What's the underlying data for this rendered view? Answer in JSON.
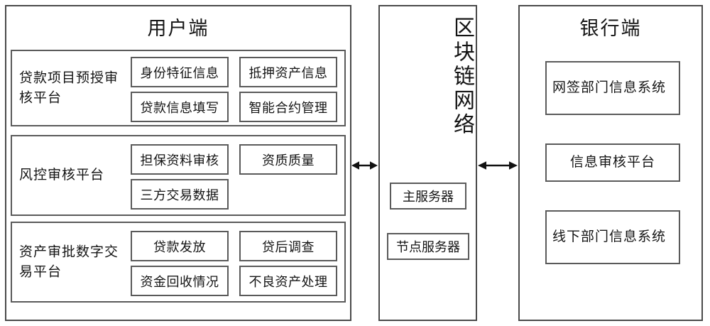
{
  "diagram": {
    "title_client": "用户端",
    "title_chain": "区块链网络",
    "title_bank": "银行端",
    "client": {
      "groups": [
        {
          "label": "贷款项目预授审核平台",
          "cells": [
            "身份特征信息",
            "抵押资产信息",
            "贷款信息填写",
            "智能合约管理"
          ]
        },
        {
          "label": "风控审核平台",
          "cells": [
            "担保资料审核",
            "资质质量",
            "三方交易数据"
          ]
        },
        {
          "label": "资产审批数字交易平台",
          "cells": [
            "贷款发放",
            "贷后调查",
            "资金回收情况",
            "不良资产处理"
          ]
        }
      ]
    },
    "chain": {
      "cells": [
        "主服务器",
        "节点服务器"
      ]
    },
    "bank": {
      "cells": [
        "网签部门信息系统",
        "信息审核平台",
        "线下部门信息系统"
      ]
    },
    "connectors": [
      {
        "name": "client-to-chain",
        "type": "double-arrow"
      },
      {
        "name": "chain-to-bank",
        "type": "double-arrow"
      }
    ],
    "colors": {
      "stroke": "#4a4a4a",
      "inner_stroke": "#5a5a5a",
      "text": "#141414",
      "background": "#ffffff"
    }
  }
}
